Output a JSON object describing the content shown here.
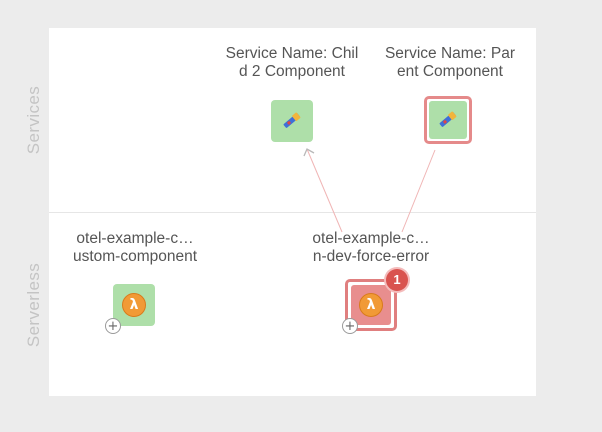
{
  "lanes": {
    "services": "Services",
    "serverless": "Serverless"
  },
  "nodes": {
    "child2": {
      "label_line1": "Service Name: Chil",
      "label_line2": "d 2 Component",
      "icon": "telescope-icon"
    },
    "parent": {
      "label_line1": "Service Name: Par",
      "label_line2": "ent Component",
      "icon": "telescope-icon"
    },
    "custom": {
      "label_line1": "otel-example-c…",
      "label_line2": "ustom-component",
      "icon": "aws-lambda-icon"
    },
    "force_error": {
      "label_line1": "otel-example-c…",
      "label_line2": "n-dev-force-error",
      "icon": "aws-lambda-icon",
      "error_count": "1"
    }
  },
  "controls": {
    "expand_symbol": "+"
  },
  "colors": {
    "node_ok": "#aedfa9",
    "node_error": "#e88e8e",
    "selected_border": "#e58a8a",
    "badge": "#d9534f",
    "lambda": "#f19a36"
  }
}
